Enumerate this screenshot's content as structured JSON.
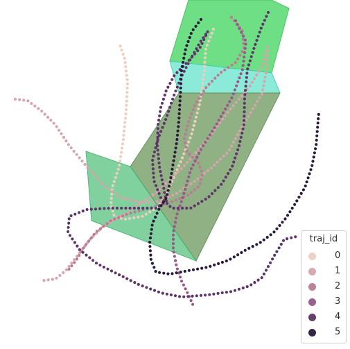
{
  "chart_data": {
    "type": "scatter",
    "title": "",
    "legend": {
      "title": "traj_id",
      "placement": "bottom-right",
      "entries": [
        {
          "label": "0",
          "color": "#ebcfc1"
        },
        {
          "label": "1",
          "color": "#d7a5ac"
        },
        {
          "label": "2",
          "color": "#bb7b92"
        },
        {
          "label": "3",
          "color": "#97588b"
        },
        {
          "label": "4",
          "color": "#5e3568"
        },
        {
          "label": "5",
          "color": "#2b1a3c"
        }
      ]
    },
    "axes_visible": false,
    "grid": false,
    "surfaces": [
      {
        "name": "upper-green-panel",
        "color": "#66dd80"
      },
      {
        "name": "cyan-panel",
        "color": "#8ae8d6"
      },
      {
        "name": "dark-green-panel",
        "color": "#8fae84"
      },
      {
        "name": "left-green-panel",
        "color": "#7fcf9c"
      }
    ],
    "series": [
      {
        "name": "0",
        "color": "#ebcfc1",
        "points": [
          [
            308,
            42
          ],
          [
            297,
            70
          ],
          [
            294,
            110
          ],
          [
            288,
            150
          ],
          [
            276,
            195
          ],
          [
            262,
            230
          ],
          [
            248,
            262
          ],
          [
            238,
            285
          ],
          [
            225,
            300
          ],
          [
            205,
            312
          ],
          [
            180,
            316
          ],
          [
            165,
            312
          ],
          [
            160,
            295
          ],
          [
            162,
            270
          ],
          [
            172,
            240
          ],
          [
            178,
            200
          ],
          [
            182,
            160
          ],
          [
            184,
            120
          ],
          [
            180,
            85
          ],
          [
            172,
            62
          ]
        ]
      },
      {
        "name": "1",
        "color": "#d7a5ac",
        "points": [
          [
            22,
            143
          ],
          [
            40,
            145
          ],
          [
            60,
            160
          ],
          [
            80,
            180
          ],
          [
            100,
            210
          ],
          [
            125,
            240
          ],
          [
            150,
            268
          ],
          [
            175,
            285
          ],
          [
            205,
            292
          ],
          [
            232,
            290
          ],
          [
            256,
            278
          ],
          [
            280,
            262
          ],
          [
            305,
            242
          ],
          [
            330,
            218
          ],
          [
            345,
            190
          ],
          [
            360,
            165
          ],
          [
            378,
            135
          ],
          [
            385,
            100
          ],
          [
            386,
            68
          ],
          [
            378,
            95
          ],
          [
            360,
            125
          ],
          [
            330,
            160
          ],
          [
            300,
            200
          ],
          [
            265,
            240
          ],
          [
            225,
            278
          ],
          [
            185,
            305
          ],
          [
            150,
            325
          ],
          [
            130,
            345
          ],
          [
            112,
            368
          ],
          [
            95,
            390
          ],
          [
            80,
            402
          ],
          [
            58,
            405
          ]
        ]
      },
      {
        "name": "2",
        "color": "#bb7b92",
        "points": [
          [
            334,
            25
          ],
          [
            350,
            45
          ],
          [
            352,
            70
          ],
          [
            340,
            90
          ],
          [
            318,
            105
          ],
          [
            298,
            125
          ],
          [
            282,
            150
          ],
          [
            272,
            175
          ],
          [
            266,
            200
          ],
          [
            270,
            220
          ],
          [
            285,
            232
          ],
          [
            292,
            250
          ],
          [
            288,
            268
          ],
          [
            270,
            282
          ],
          [
            245,
            292
          ],
          [
            215,
            300
          ],
          [
            185,
            308
          ],
          [
            160,
            318
          ],
          [
            138,
            335
          ],
          [
            122,
            355
          ],
          [
            110,
            375
          ],
          [
            98,
            390
          ]
        ]
      },
      {
        "name": "3",
        "color": "#97588b",
        "points": [
          [
            340,
            30
          ],
          [
            355,
            60
          ],
          [
            350,
            100
          ],
          [
            335,
            140
          ],
          [
            312,
            180
          ],
          [
            290,
            215
          ],
          [
            275,
            245
          ],
          [
            268,
            270
          ],
          [
            262,
            290
          ],
          [
            255,
            310
          ],
          [
            250,
            335
          ],
          [
            250,
            360
          ],
          [
            255,
            385
          ],
          [
            262,
            405
          ],
          [
            272,
            425
          ],
          [
            280,
            443
          ]
        ]
      },
      {
        "name": "4",
        "color": "#5e3568",
        "points": [
          [
            387,
            18
          ],
          [
            377,
            40
          ],
          [
            367,
            68
          ],
          [
            357,
            100
          ],
          [
            353,
            140
          ],
          [
            352,
            180
          ],
          [
            345,
            210
          ],
          [
            335,
            240
          ],
          [
            320,
            265
          ],
          [
            300,
            285
          ],
          [
            275,
            300
          ],
          [
            248,
            300
          ],
          [
            232,
            285
          ],
          [
            222,
            260
          ],
          [
            220,
            230
          ],
          [
            228,
            200
          ],
          [
            240,
            170
          ],
          [
            250,
            140
          ],
          [
            262,
            110
          ],
          [
            275,
            85
          ],
          [
            288,
            62
          ],
          [
            300,
            45
          ],
          [
            288,
            70
          ],
          [
            270,
            90
          ],
          [
            252,
            108
          ],
          [
            240,
            130
          ],
          [
            232,
            155
          ],
          [
            228,
            180
          ],
          [
            227,
            210
          ],
          [
            230,
            240
          ],
          [
            235,
            265
          ],
          [
            240,
            290
          ],
          [
            225,
            300
          ],
          [
            195,
            300
          ],
          [
            160,
            300
          ],
          [
            125,
            302
          ],
          [
            100,
            312
          ],
          [
            98,
            335
          ],
          [
            115,
            360
          ],
          [
            140,
            380
          ],
          [
            170,
            395
          ],
          [
            200,
            410
          ],
          [
            232,
            422
          ],
          [
            262,
            428
          ],
          [
            300,
            425
          ],
          [
            335,
            420
          ],
          [
            360,
            412
          ],
          [
            378,
            400
          ],
          [
            395,
            370
          ],
          [
            410,
            345
          ],
          [
            432,
            340
          ]
        ]
      },
      {
        "name": "5",
        "color": "#2b1a3c",
        "points": [
          [
            290,
            28
          ],
          [
            277,
            45
          ],
          [
            268,
            70
          ],
          [
            262,
            100
          ],
          [
            260,
            140
          ],
          [
            258,
            175
          ],
          [
            255,
            205
          ],
          [
            250,
            235
          ],
          [
            245,
            265
          ],
          [
            240,
            285
          ],
          [
            230,
            300
          ],
          [
            220,
            322
          ],
          [
            216,
            350
          ],
          [
            218,
            375
          ],
          [
            225,
            392
          ],
          [
            245,
            395
          ],
          [
            272,
            390
          ],
          [
            300,
            385
          ],
          [
            330,
            375
          ],
          [
            355,
            360
          ],
          [
            375,
            350
          ],
          [
            395,
            335
          ],
          [
            412,
            315
          ],
          [
            425,
            295
          ],
          [
            440,
            270
          ],
          [
            450,
            240
          ],
          [
            456,
            210
          ],
          [
            460,
            162
          ]
        ]
      }
    ]
  }
}
